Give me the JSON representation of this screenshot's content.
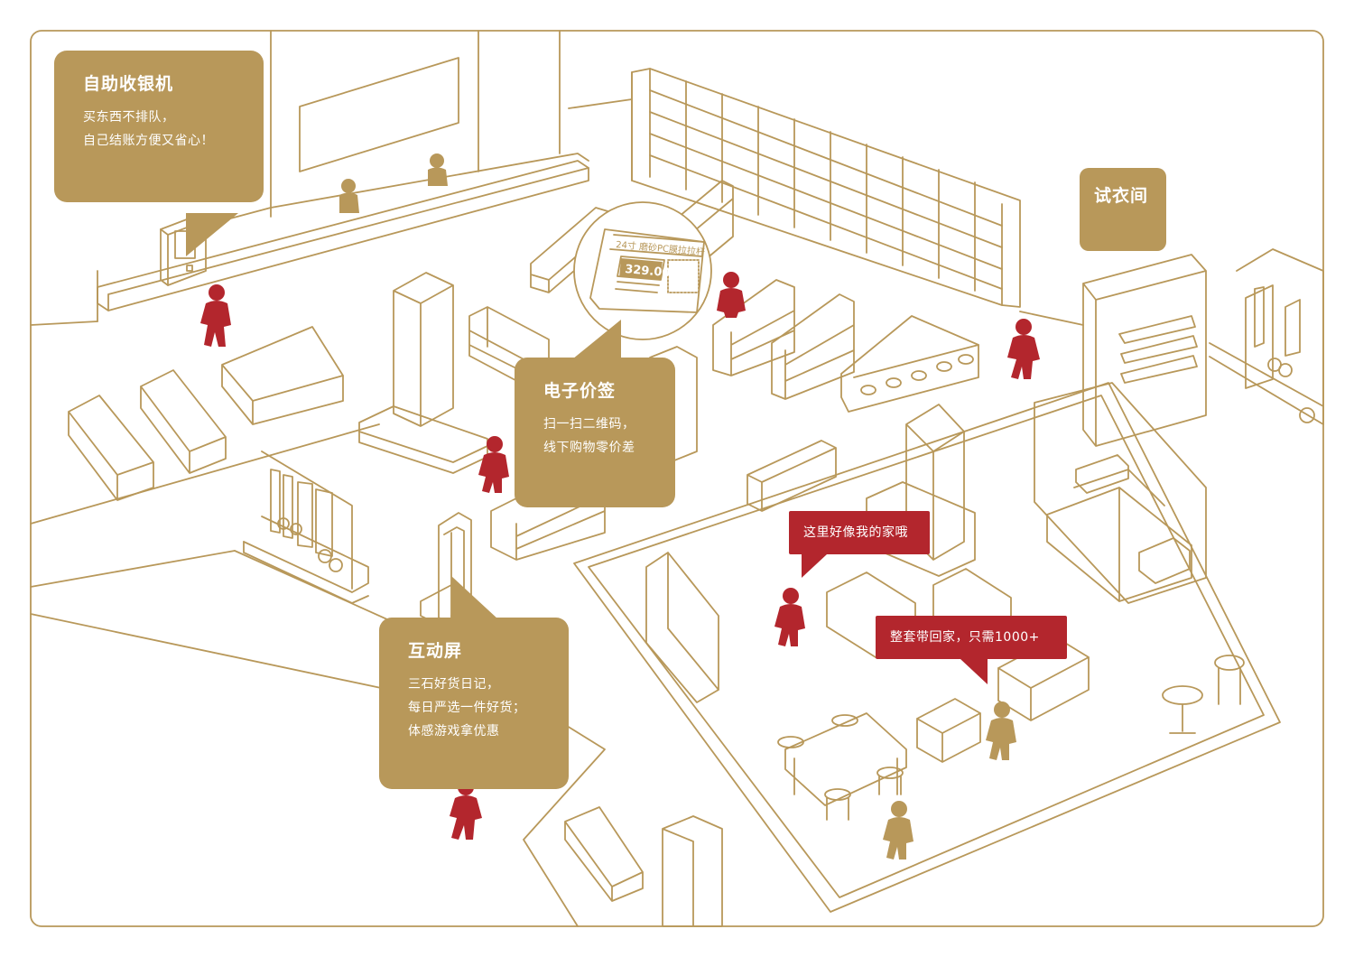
{
  "colors": {
    "line": "#b8985a",
    "callout_gold": "#b8985a",
    "callout_red": "#b3262d",
    "person_red": "#b3262d",
    "person_gold": "#b8985a",
    "background": "#ffffff"
  },
  "callouts": {
    "self_checkout": {
      "title": "自助收银机",
      "lines": [
        "买东西不排队，",
        "自己结账方便又省心！"
      ]
    },
    "fitting_room": {
      "title": "试衣间"
    },
    "e_label": {
      "title": "电子价签",
      "lines": [
        "扫一扫二维码，",
        "线下购物零价差"
      ]
    },
    "interactive_screen": {
      "title": "互动屏",
      "lines": [
        "三石好货日记，",
        "每日严选一件好货；",
        "体感游戏拿优惠"
      ]
    },
    "home_feel": {
      "text": "这里好像我的家哦"
    },
    "take_home": {
      "text": "整套带回家，只需1000+"
    }
  },
  "price_label": {
    "product": "24寸 磨砂PC膜拉拉杆",
    "price": "329.00"
  }
}
